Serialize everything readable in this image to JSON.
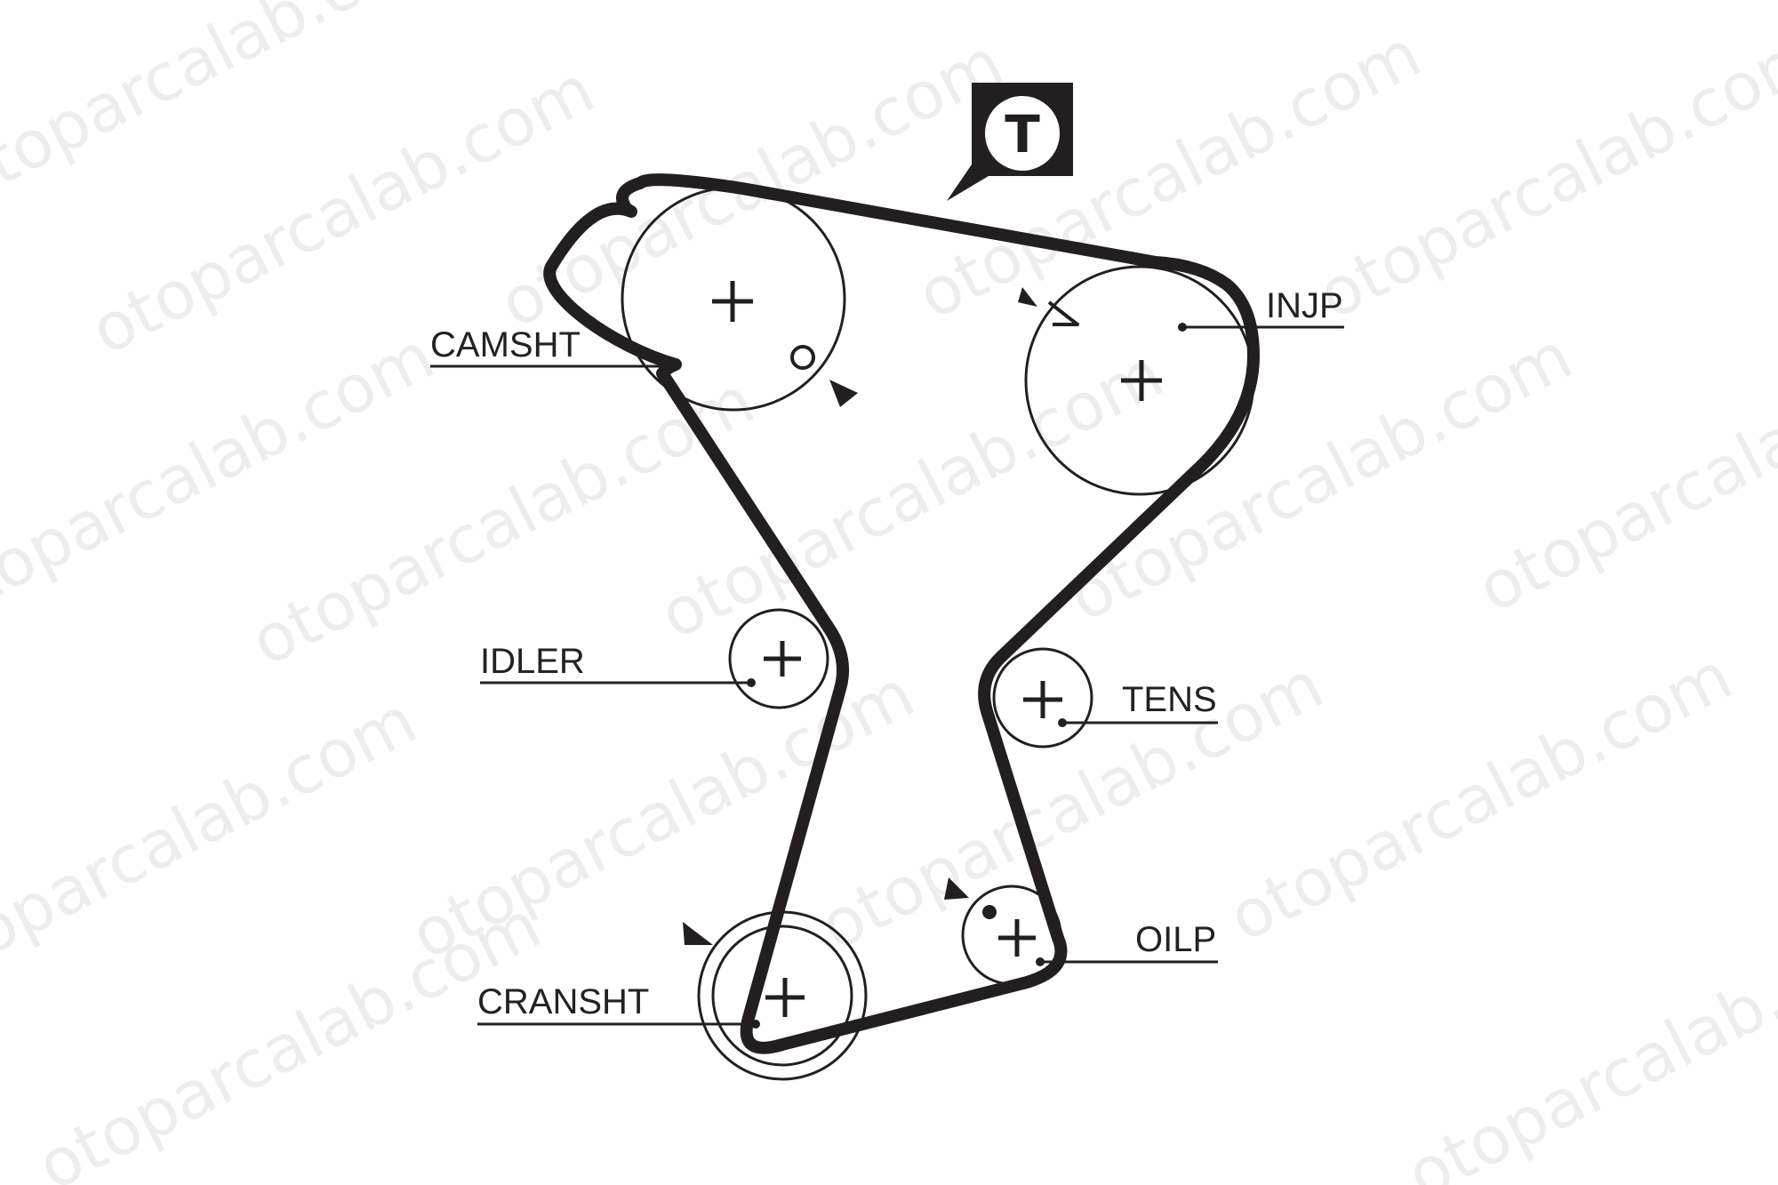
{
  "badge": {
    "letter": "T"
  },
  "labels": {
    "camshaft": "CAMSHT",
    "injection_pump": "INJP",
    "idler": "IDLER",
    "tensioner": "TENS",
    "oil_pump": "OILP",
    "crankshaft": "CRANSHT"
  },
  "watermark": {
    "text": "otoparcalab.com"
  },
  "colors": {
    "ink": "#231f20",
    "background": "#ffffff"
  }
}
